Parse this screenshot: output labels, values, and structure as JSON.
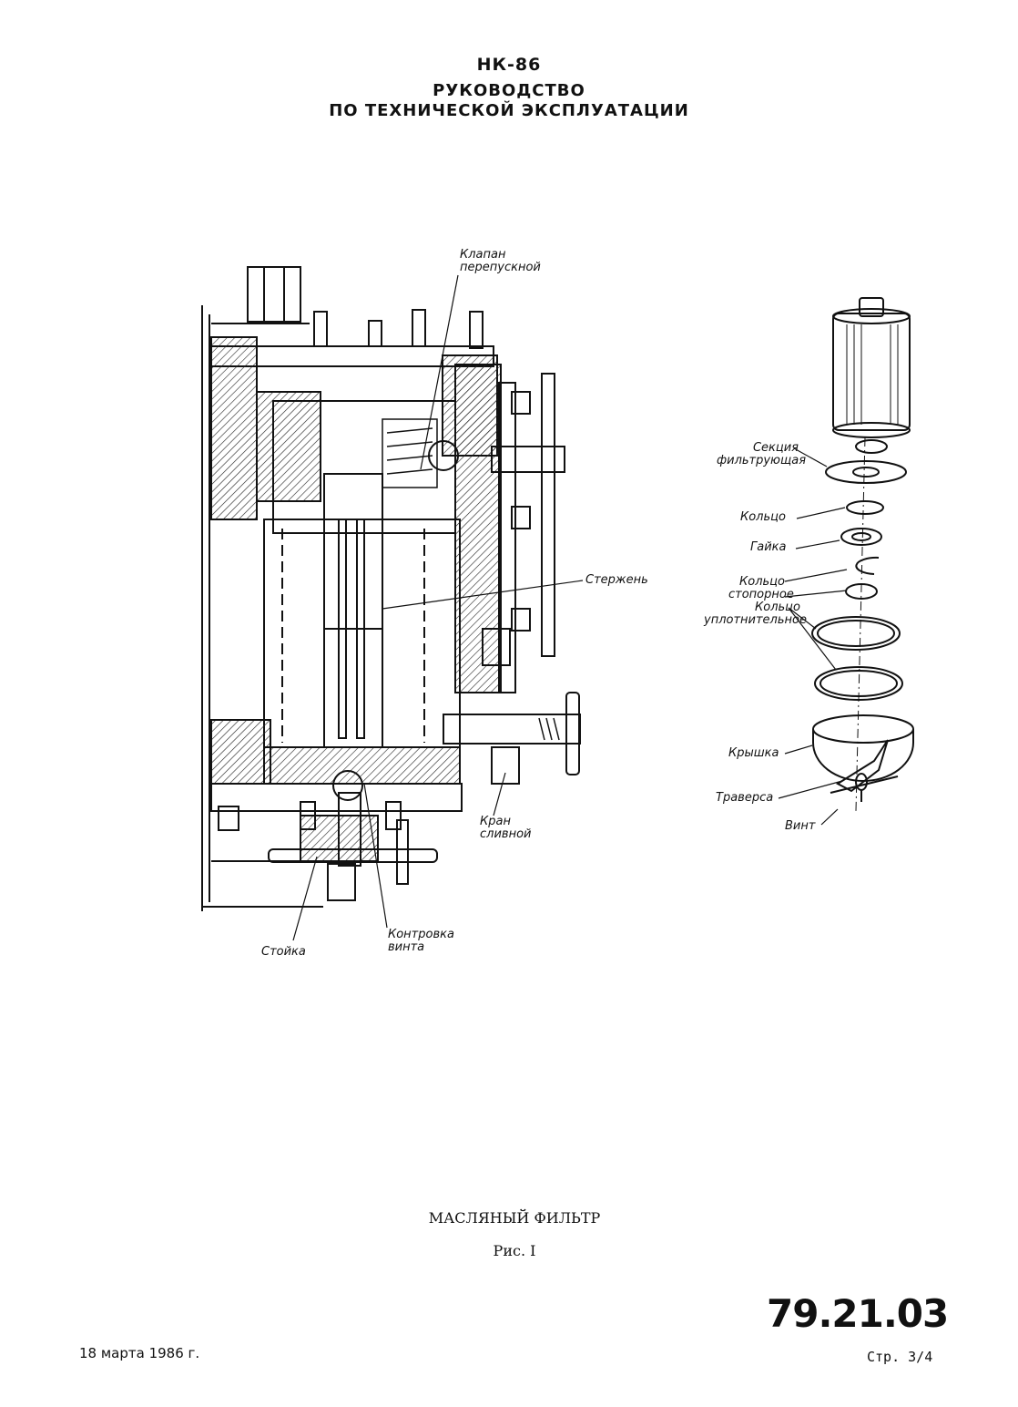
{
  "header": {
    "line1": "НК-86",
    "line2": "РУКОВОДСТВО",
    "line3": "ПО ТЕХНИЧЕСКОЙ ЭКСПЛУАТАЦИИ"
  },
  "figure": {
    "labels": {
      "bypass_valve": "Клапан перепускной",
      "rod": "Стержень",
      "drain_cock": "Кран сливной",
      "stand": "Стойка",
      "screw_lock": "Контровка винта",
      "filter_section": "Секция фильтрующая",
      "ring": "Кольцо",
      "nut": "Гайка",
      "retaining_ring": "Кольцо стопорное",
      "sealing_ring": "Кольцо уплотнительное",
      "cover": "Крышка",
      "traverse": "Траверса",
      "screw": "Винт"
    },
    "caption": "МАСЛЯНЫЙ ФИЛЬТР",
    "number": "Рис. I"
  },
  "footer": {
    "doc_code": "79.21.03",
    "date": "18 марта 1986 г.",
    "page": "Стр. 3/4"
  }
}
